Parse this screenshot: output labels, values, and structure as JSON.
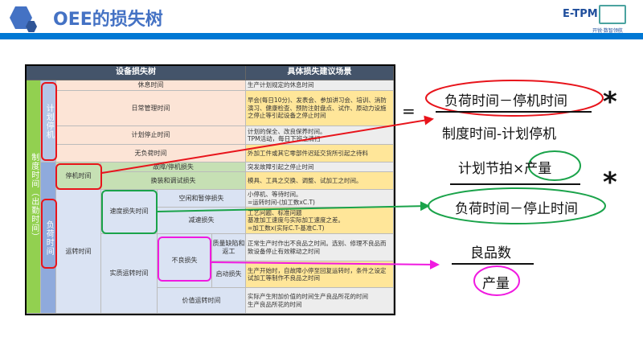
{
  "header": {
    "title": "OEE的损失树",
    "logo_text": "E-TPM",
    "brand_text": "开锐·数智领航"
  },
  "table": {
    "headers": [
      "设备损失树",
      "具体损失建议场景"
    ],
    "col1": "制度时间（出勤时间）",
    "planned_stop": "计划停机",
    "load_time": "负荷时间",
    "rest": "休息时间",
    "daily": "日常管理时间",
    "plan_stop": "计划停止时间",
    "no_load": "无负荷时间",
    "downtime": "停机时间",
    "breakdown": "故障/停机损失",
    "setup": "换装和调试损失",
    "run_time": "运转时间",
    "speed_loss": "速度损失时间",
    "idle": "空闲和暂停损失",
    "slow": "减速损失",
    "net_run": "实质运转时间",
    "defect_loss": "不良损失",
    "quality": "质量缺陷和返工",
    "startup": "启动损失",
    "value_run": "价值运转时间",
    "scenarios": [
      "生产计划规定的休息时间",
      "早会(每日10分)、发表会、参加讲习会、培训、消防演习、健康检查、预防注射盘点、试作、原动力设施之停止等引起设备之停止时间",
      "计划的保全、改良保养时间。\nTPM活动，每日下班之清扫",
      "外加工件或其它零部件迟延交货所引起之待料",
      "突发故障引起之停止时间",
      "模具、工具之交换、调整、试加工之时间。",
      "小停机、等待时间。\n=运转时间-(加工数xC.T)",
      "工艺问题、标准问题\n基准加工速度与实际加工速度之差。\n=加工数x(实际C.T-基准C.T)",
      "正常生产时作出不良品之时间。选别、修理不良品而致设备停止有效稼动之时间",
      "生产开始时，自故障小停至回复运转时，条件之设定试加工等制作不良品之时间",
      "实际产生附加价值的时间生产良品所花的时间\n生产良品所花的时间"
    ]
  },
  "formulas": {
    "equals": "=",
    "star": "*",
    "availability": {
      "numerator": "负荷时间－停机时间",
      "denominator": "制度时间-计划停机"
    },
    "performance": {
      "numerator": "计划节拍×产量",
      "denominator": "负荷时间－停止时间"
    },
    "quality": {
      "numerator": "良品数",
      "denominator": "产量"
    }
  },
  "colors": {
    "red": "#e8141b",
    "green": "#1aa34a",
    "magenta": "#f01ae0",
    "header": "#44546a"
  }
}
